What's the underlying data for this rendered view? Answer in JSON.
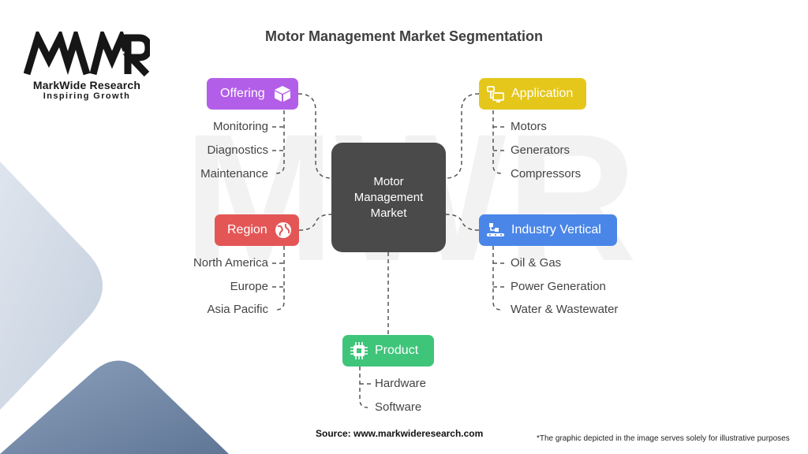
{
  "title": "Motor Management Market Segmentation",
  "logo": {
    "mark": "MWR",
    "name": "MarkWide Research",
    "tagline": "Inspiring Growth"
  },
  "center": {
    "label": "Motor\nManagement\nMarket"
  },
  "categories": [
    {
      "id": "offering",
      "label": "Offering",
      "color": "#b35ee8",
      "icon": "box-icon",
      "items": [
        "Monitoring",
        "Diagnostics",
        "Maintenance"
      ]
    },
    {
      "id": "application",
      "label": "Application",
      "color": "#e5c71c",
      "icon": "devices-icon",
      "items": [
        "Motors",
        "Generators",
        "Compressors"
      ]
    },
    {
      "id": "region",
      "label": "Region",
      "color": "#e45656",
      "icon": "globe-icon",
      "items": [
        "North America",
        "Europe",
        "Asia Pacific"
      ]
    },
    {
      "id": "industry",
      "label": "Industry Vertical",
      "color": "#4a86e8",
      "icon": "conveyor-icon",
      "items": [
        "Oil & Gas",
        "Power Generation",
        "Water & Wastewater"
      ]
    },
    {
      "id": "product",
      "label": "Product",
      "color": "#3ec57a",
      "icon": "chip-icon",
      "items": [
        "Hardware",
        "Software"
      ]
    }
  ],
  "footer": {
    "source": "Source: www.markwideresearch.com",
    "disclaimer": "*The graphic depicted in the image serves solely for illustrative purposes"
  }
}
